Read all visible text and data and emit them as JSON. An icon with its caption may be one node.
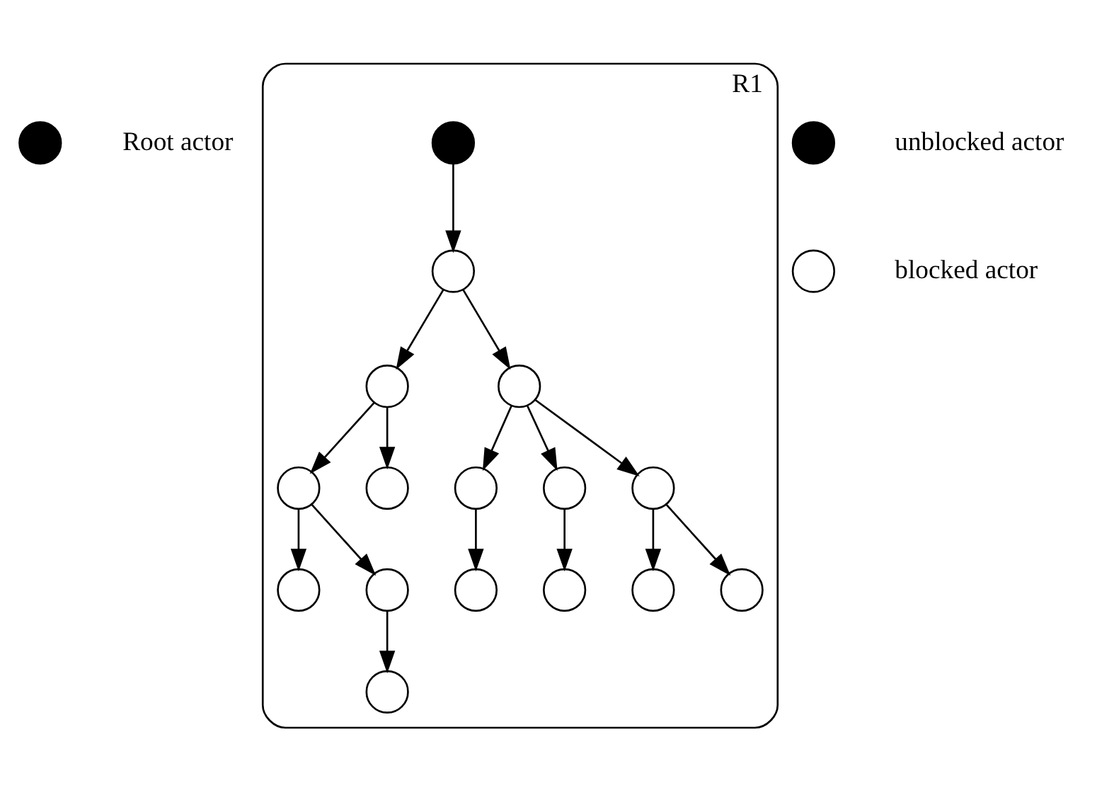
{
  "diagram": {
    "nodes": [
      {
        "text": [],
        "shape": "circle",
        "beside": [
          "Root actor"
        ]
      },
      {
        "text": [
          "R1"
        ]
      },
      {
        "text": [],
        "shape": "circle",
        "in": 1
      },
      {
        "text": [],
        "shape": "circle",
        "in": 1
      },
      {
        "text": [],
        "shape": "circle",
        "in": 1
      },
      {
        "text": [],
        "shape": "circle",
        "in": 1
      },
      {
        "text": [],
        "shape": "circle",
        "in": 1
      },
      {
        "text": [],
        "shape": "circle",
        "in": 1
      },
      {
        "text": [],
        "shape": "circle",
        "in": 1
      },
      {
        "text": [],
        "shape": "circle",
        "in": 1
      },
      {
        "text": [],
        "shape": "circle",
        "in": 1
      },
      {
        "text": [],
        "shape": "circle",
        "in": 1
      },
      {
        "text": [],
        "shape": "circle",
        "in": 1
      },
      {
        "text": [],
        "shape": "circle",
        "in": 1
      },
      {
        "text": [],
        "shape": "circle",
        "in": 1
      },
      {
        "text": [],
        "shape": "circle",
        "in": 1
      },
      {
        "text": [],
        "shape": "circle",
        "in": 1
      },
      {
        "text": [],
        "shape": "circle",
        "in": 1
      },
      {
        "text": [],
        "shape": "circle",
        "beside": [
          "unblocked actor"
        ]
      },
      {
        "text": [],
        "shape": "circle",
        "beside": [
          "blocked actor"
        ]
      }
    ],
    "edges": [
      {
        "from": 2,
        "to": 3,
        "arrow": "to"
      },
      {
        "from": 3,
        "to": 4,
        "arrow": "to"
      },
      {
        "from": 4,
        "to": 5,
        "arrow": "to"
      },
      {
        "from": 4,
        "to": 6,
        "arrow": "to"
      },
      {
        "from": 3,
        "to": 7,
        "arrow": "to"
      },
      {
        "from": 5,
        "to": 9,
        "arrow": "to"
      },
      {
        "from": 5,
        "to": 10,
        "arrow": "to"
      },
      {
        "from": 10,
        "to": 13,
        "arrow": "to"
      },
      {
        "from": 7,
        "to": 11,
        "arrow": "to"
      },
      {
        "from": 7,
        "to": 12,
        "arrow": "to"
      },
      {
        "from": 7,
        "to": 8,
        "arrow": "to"
      },
      {
        "from": 11,
        "to": 14,
        "arrow": "to"
      },
      {
        "from": 12,
        "to": 15,
        "arrow": "to"
      },
      {
        "from": 12,
        "to": 16,
        "arrow": "to"
      },
      {
        "from": 8,
        "to": 17,
        "arrow": "to"
      }
    ]
  }
}
